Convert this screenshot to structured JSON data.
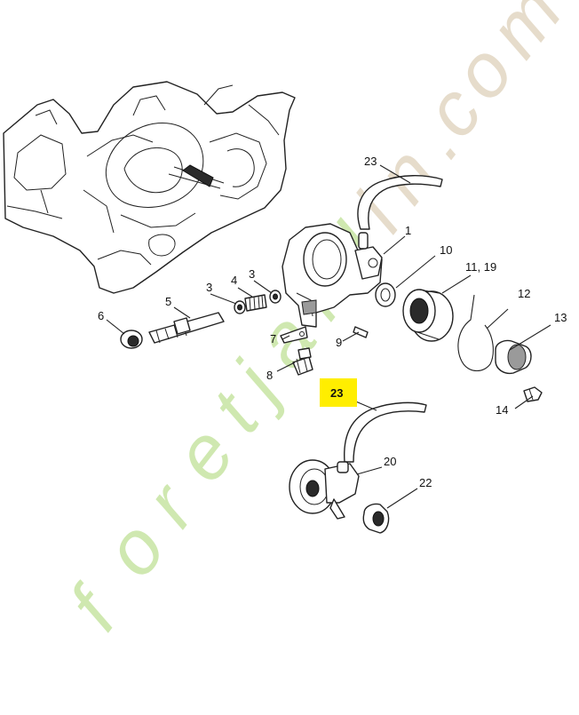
{
  "callouts": [
    {
      "id": "c1",
      "text": "1"
    },
    {
      "id": "c10",
      "text": "10"
    },
    {
      "id": "c11",
      "text": "11, 19"
    },
    {
      "id": "c12",
      "text": "12"
    },
    {
      "id": "c13",
      "text": "13"
    },
    {
      "id": "c14",
      "text": "14"
    },
    {
      "id": "c3a",
      "text": "3"
    },
    {
      "id": "c4",
      "text": "4"
    },
    {
      "id": "c3b",
      "text": "3"
    },
    {
      "id": "c5",
      "text": "5"
    },
    {
      "id": "c6",
      "text": "6"
    },
    {
      "id": "c7",
      "text": "7"
    },
    {
      "id": "c8",
      "text": "8"
    },
    {
      "id": "c9",
      "text": "9"
    },
    {
      "id": "c23a",
      "text": "23"
    },
    {
      "id": "c23b",
      "text": "23"
    },
    {
      "id": "c20",
      "text": "20"
    },
    {
      "id": "c22",
      "text": "22"
    }
  ],
  "highlight": {
    "text": "23",
    "color": "#ffee00"
  },
  "watermark": {
    "letters": [
      "f",
      "o",
      "r",
      "e",
      "t",
      "j",
      "a",
      "r",
      "d",
      "i",
      "n",
      ".",
      "c",
      "o",
      "m"
    ],
    "color_light": "#c9e6a8",
    "color_beige": "#e8dcc8"
  },
  "colors": {
    "line": "#222222",
    "background": "#ffffff"
  }
}
